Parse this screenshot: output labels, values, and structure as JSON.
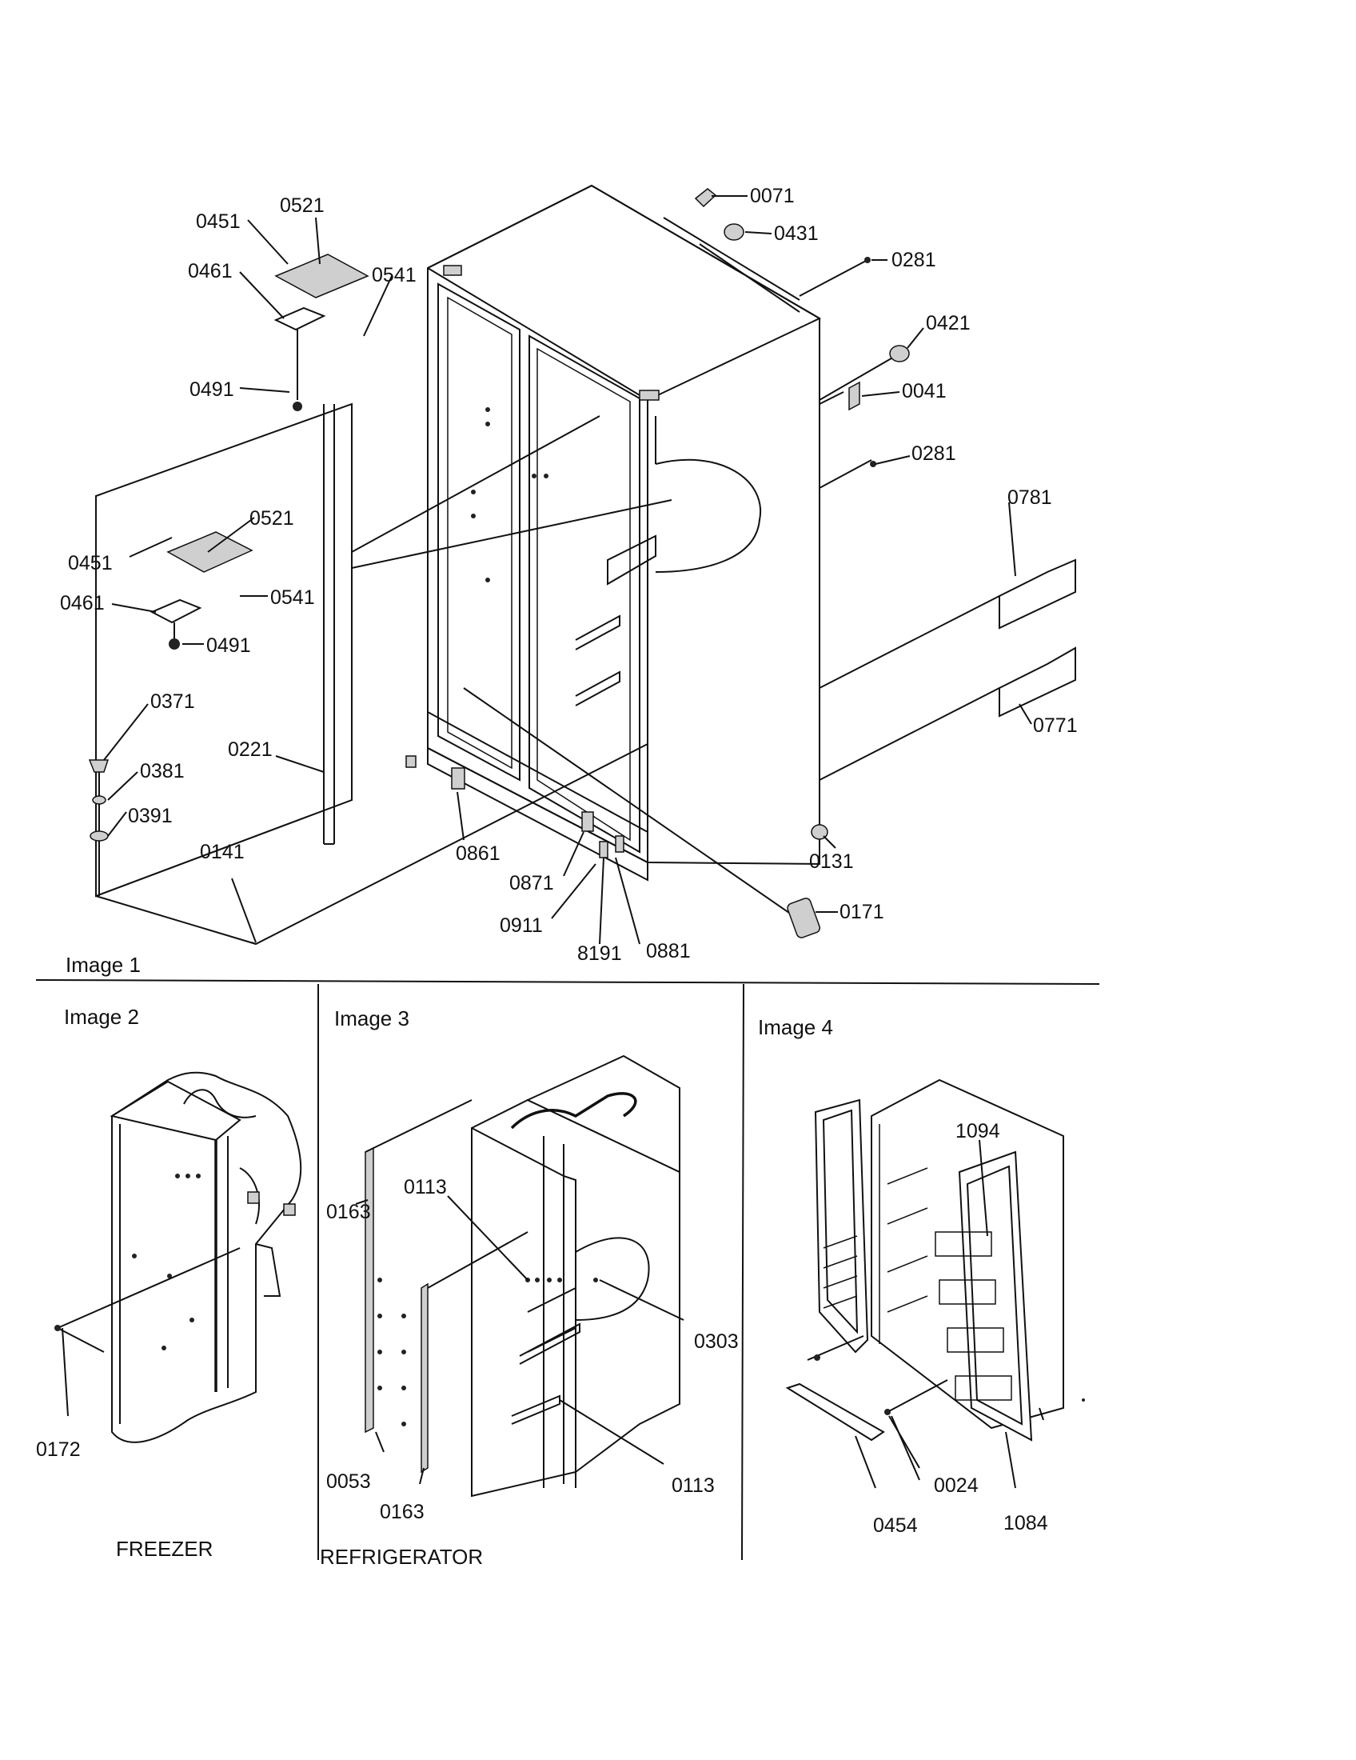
{
  "panels": {
    "image1": "Image 1",
    "image2": "Image 2",
    "image3": "Image 3",
    "image4": "Image 4"
  },
  "captions": {
    "freezer": "FREEZER",
    "refrigerator": "REFRIGERATOR"
  },
  "image1_parts": {
    "p0071": "0071",
    "p0431": "0431",
    "p0281a": "0281",
    "p0421": "0421",
    "p0041": "0041",
    "p0281b": "0281",
    "p0781": "0781",
    "p0771": "0771",
    "p0131": "0131",
    "p0171": "0171",
    "p0881": "0881",
    "p8191": "8191",
    "p0911": "0911",
    "p0871": "0871",
    "p0861": "0861",
    "p0141": "0141",
    "p0221": "0221",
    "p0391": "0391",
    "p0381": "0381",
    "p0371": "0371",
    "p0461a": "0461",
    "p0491a": "0491",
    "p0451a": "0451",
    "p0521a": "0521",
    "p0541a": "0541",
    "p0451b": "0451",
    "p0521b": "0521",
    "p0541b": "0541",
    "p0461b": "0461",
    "p0491b": "0491"
  },
  "image2_parts": {
    "p0172": "0172"
  },
  "image3_parts": {
    "p0163a": "0163",
    "p0113a": "0113",
    "p0303": "0303",
    "p0053": "0053",
    "p0163b": "0163",
    "p0113b": "0113"
  },
  "image4_parts": {
    "p1094": "1094",
    "p0024": "0024",
    "p0454": "0454",
    "p1084": "1084"
  }
}
